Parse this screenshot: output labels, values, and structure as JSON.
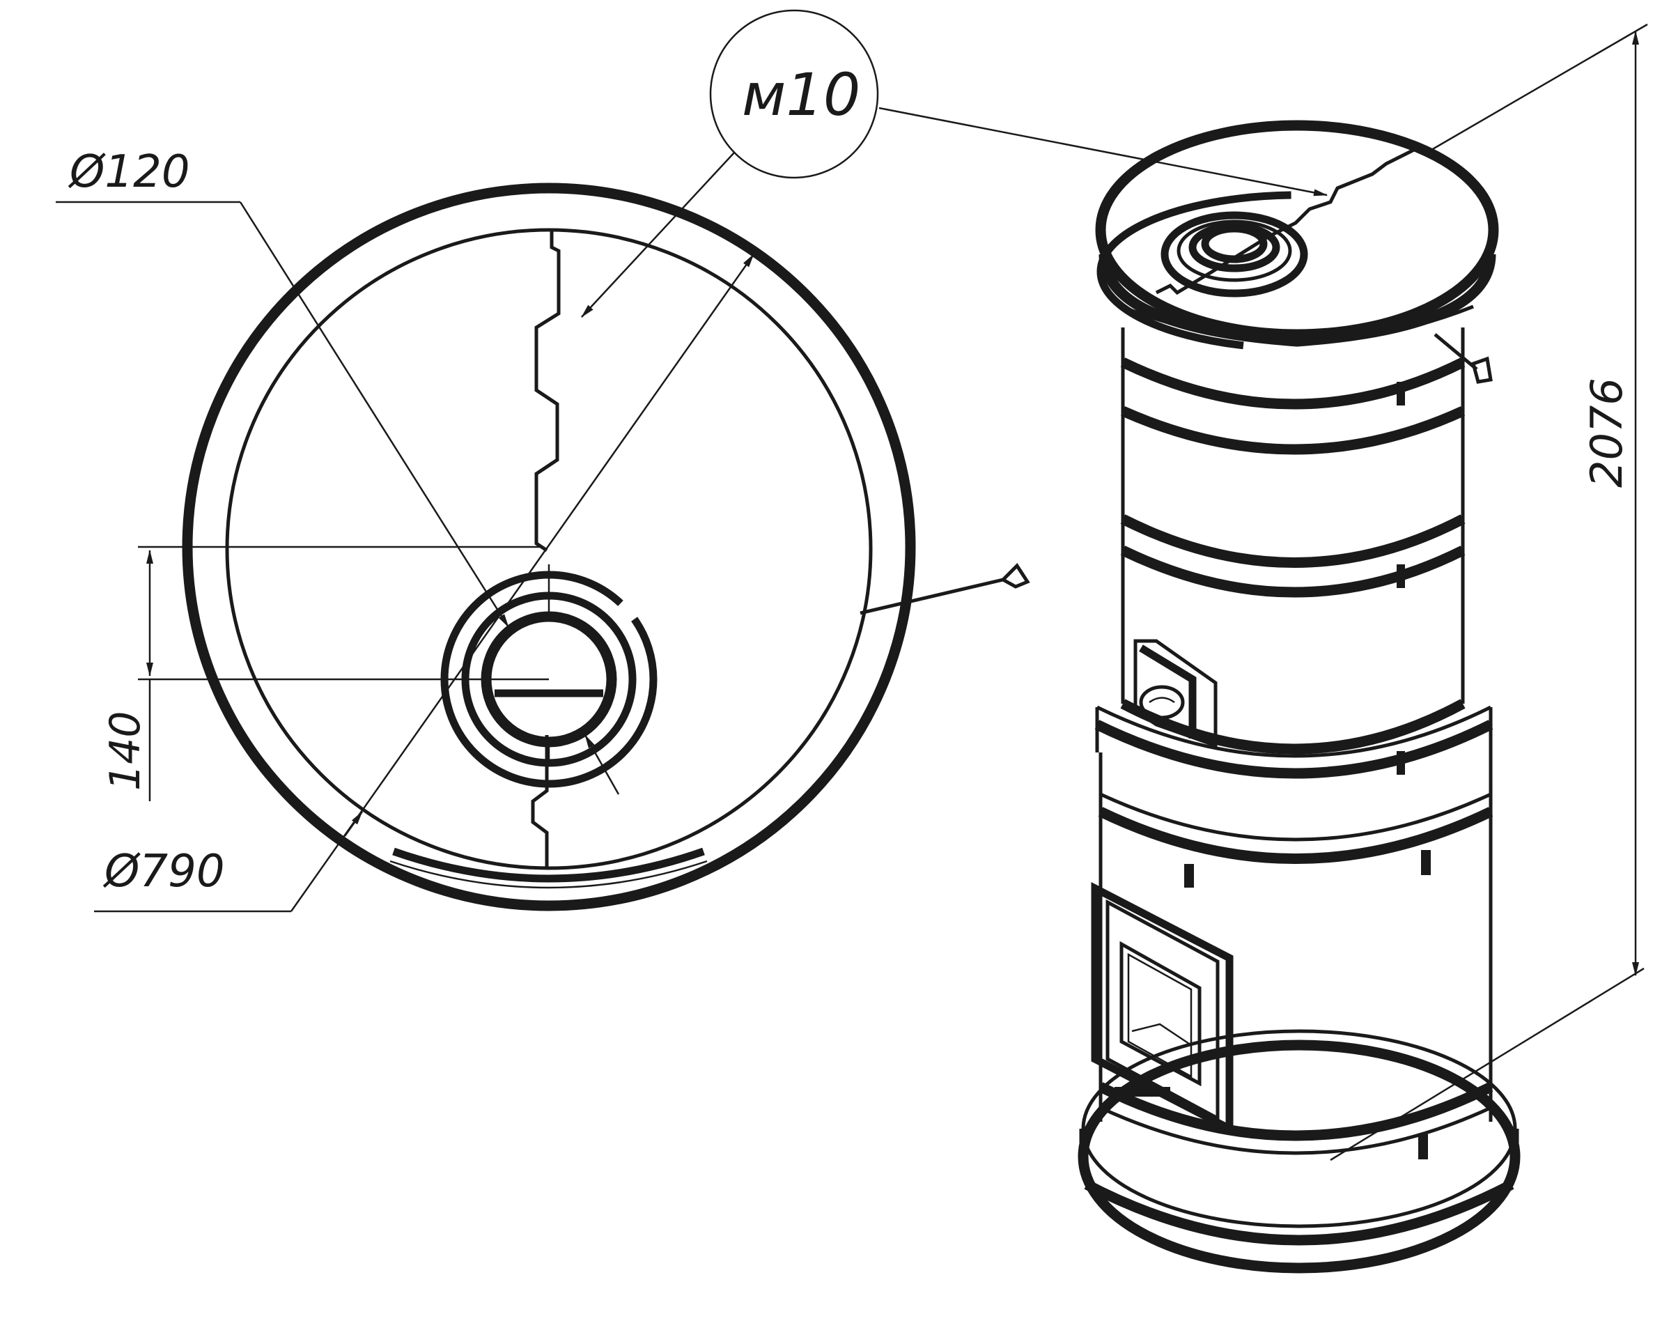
{
  "labels": {
    "callout": "м10",
    "dia_pipe": "Ø120",
    "dia_body": "Ø790",
    "offset": "140",
    "height": "2076"
  },
  "colors": {
    "ink": "#1a1a1a",
    "paper": "#ffffff"
  }
}
